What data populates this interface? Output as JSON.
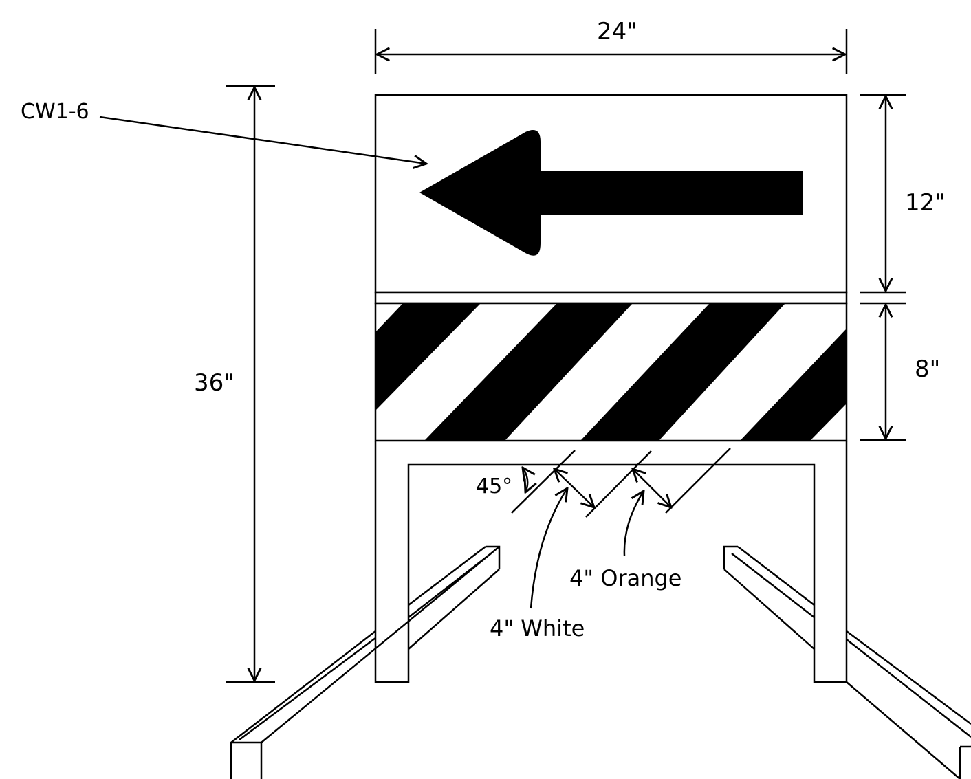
{
  "labels": {
    "width": "24\"",
    "total_height": "36\"",
    "sign_height": "12\"",
    "panel_height": "8\"",
    "sign_code": "CW1-6",
    "angle": "45°",
    "stripe_white": "4\" White",
    "stripe_orange": "4\" Orange"
  },
  "colors": {
    "ink": "#000000",
    "background": "#ffffff"
  }
}
